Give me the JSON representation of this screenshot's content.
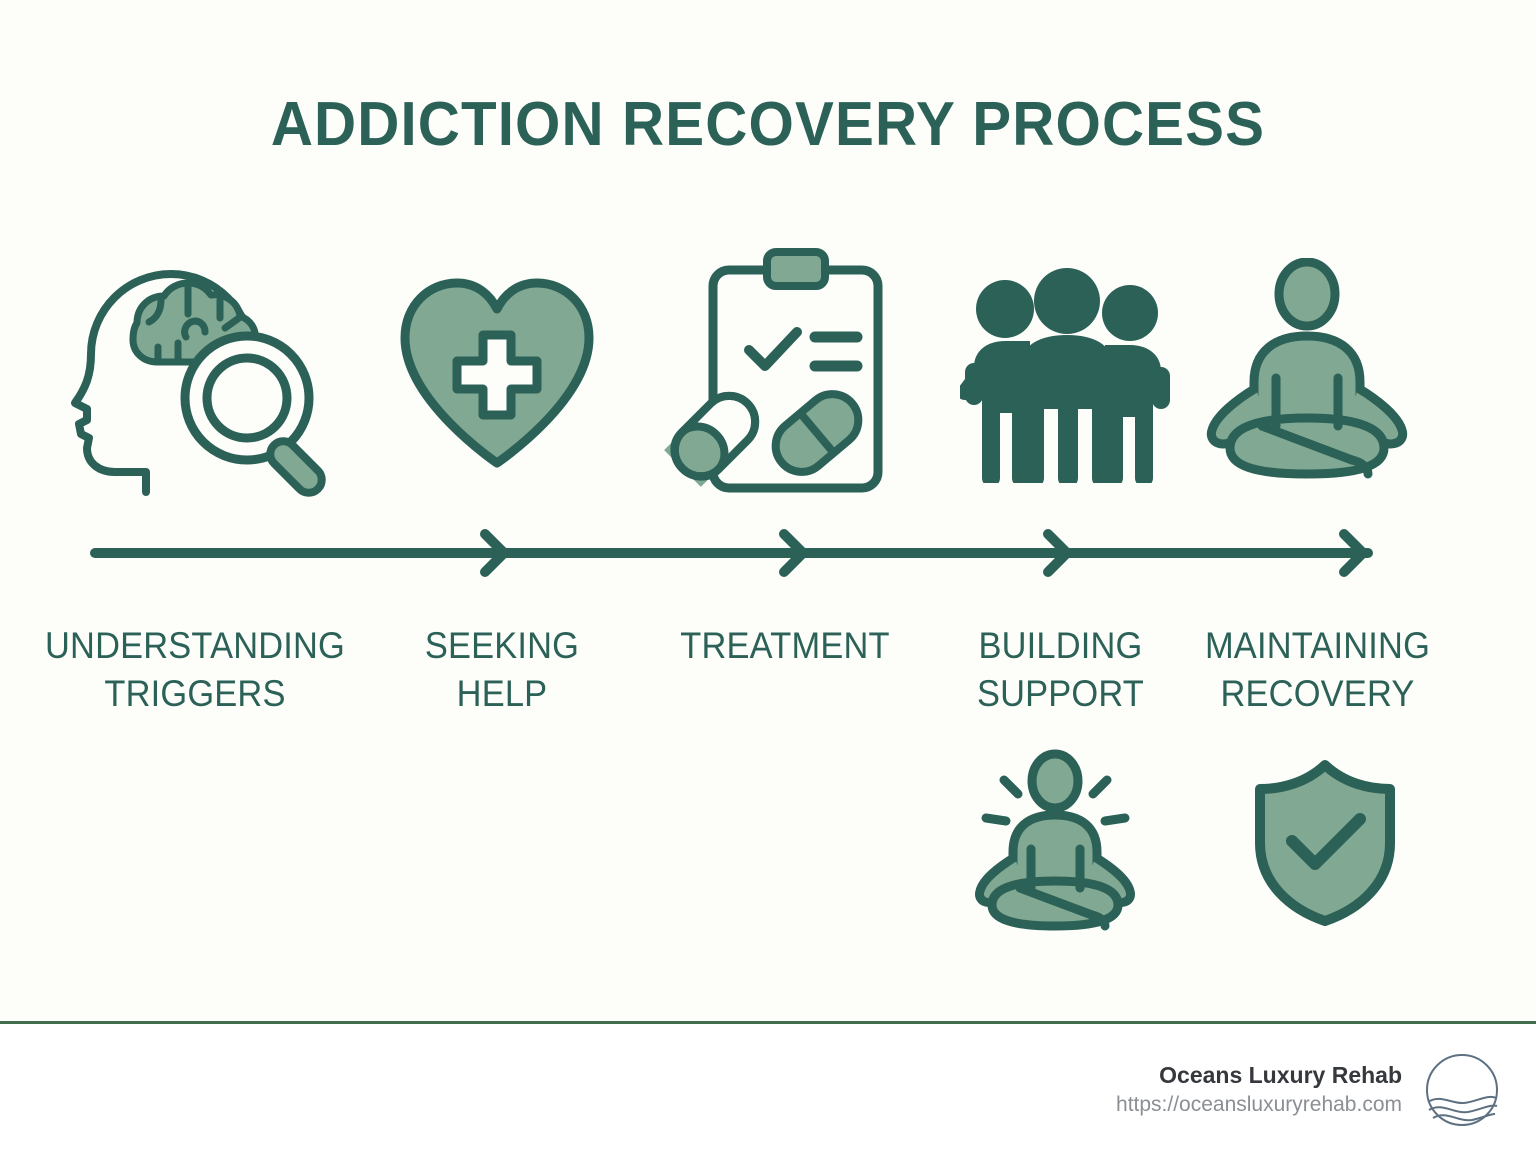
{
  "title": "ADDICTION RECOVERY PROCESS",
  "colors": {
    "dark_teal": "#2b6156",
    "light_green": "#80a892",
    "background": "#fdfdfa",
    "footer_background": "#ffffff",
    "divider": "#436b4d",
    "brand_text": "#35383c",
    "url_text": "#8b8f94",
    "logo": "#5d7182"
  },
  "steps": [
    {
      "index": 1,
      "icon": "head-brain-magnifier-icon",
      "label_line_1": "UNDERSTANDING",
      "label_line_2": "TRIGGERS"
    },
    {
      "index": 2,
      "icon": "heart-medical-cross-icon",
      "label_line_1": "SEEKING",
      "label_line_2": "HELP"
    },
    {
      "index": 3,
      "icon": "clipboard-pills-icon",
      "label_line_1": "TREATMENT",
      "label_line_2": ""
    },
    {
      "index": 4,
      "icon": "people-group-icon",
      "label_line_1": "BUILDING",
      "label_line_2": "SUPPORT"
    },
    {
      "index": 5,
      "icon": "meditation-lotus-icon",
      "label_line_1": "MAINTAINING",
      "label_line_2": "RECOVERY"
    }
  ],
  "secondary_icons": [
    {
      "icon": "meditation-radiating-icon"
    },
    {
      "icon": "shield-check-icon"
    }
  ],
  "progress_arrow": {
    "icon": "progress-arrow-icon",
    "arrowhead_count": 4
  },
  "footer": {
    "brand": "Oceans Luxury Rehab",
    "url": "https://oceansluxuryrehab.com",
    "logo": "ocean-waves-circle-logo"
  }
}
